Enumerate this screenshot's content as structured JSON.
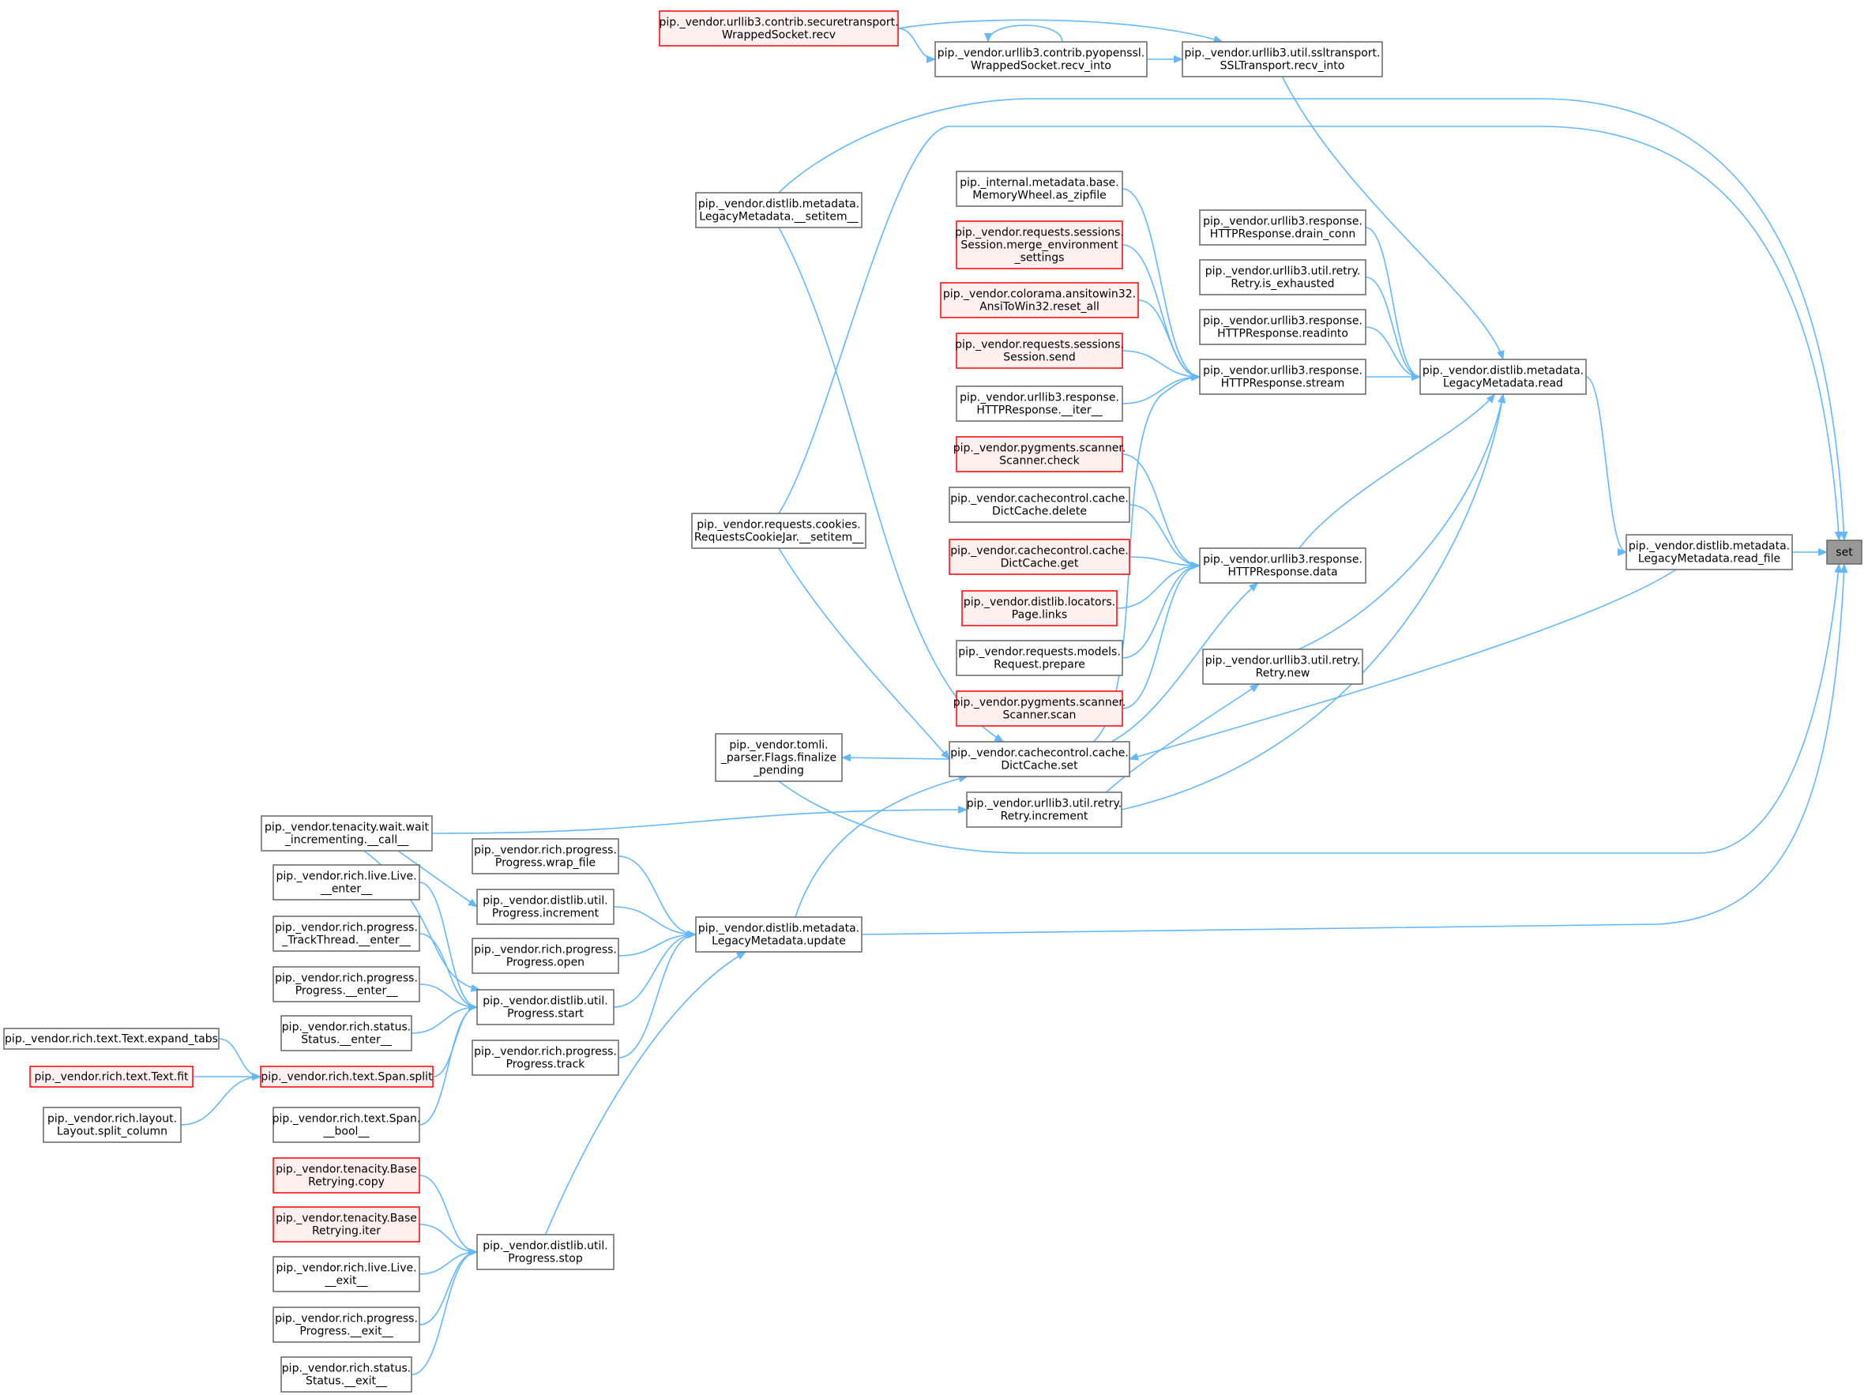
{
  "graph": {
    "title": "Caller graph of set",
    "colors": {
      "edge": "#63b8ff",
      "node_border": "#666666",
      "node_fill": "#ffffff",
      "focus_fill": "#999999",
      "focus_border": "#666666",
      "truncated_border": "#ff0000",
      "truncated_fill": "#fff0f0"
    },
    "nodes": [
      {
        "id": "set",
        "lines": [
          "set"
        ],
        "kind": "focus"
      },
      {
        "id": "read_file",
        "lines": [
          "pip._vendor.distlib.metadata.",
          "LegacyMetadata.read_file"
        ],
        "kind": "normal"
      },
      {
        "id": "md_read",
        "lines": [
          "pip._vendor.distlib.metadata.",
          "LegacyMetadata.read"
        ],
        "kind": "normal"
      },
      {
        "id": "ssl_recv_into",
        "lines": [
          "pip._vendor.urllib3.util.ssltransport.",
          "SSLTransport.recv_into"
        ],
        "kind": "normal"
      },
      {
        "id": "pyopenssl_recv_into",
        "lines": [
          "pip._vendor.urllib3.contrib.pyopenssl.",
          "WrappedSocket.recv_into"
        ],
        "kind": "normal"
      },
      {
        "id": "securetransport_recv",
        "lines": [
          "pip._vendor.urllib3.contrib.securetransport.",
          "WrappedSocket.recv"
        ],
        "kind": "truncated"
      },
      {
        "id": "drain_conn",
        "lines": [
          "pip._vendor.urllib3.response.",
          "HTTPResponse.drain_conn"
        ],
        "kind": "normal"
      },
      {
        "id": "is_exhausted",
        "lines": [
          "pip._vendor.urllib3.util.retry.",
          "Retry.is_exhausted"
        ],
        "kind": "normal"
      },
      {
        "id": "readinto",
        "lines": [
          "pip._vendor.urllib3.response.",
          "HTTPResponse.readinto"
        ],
        "kind": "normal"
      },
      {
        "id": "stream",
        "lines": [
          "pip._vendor.urllib3.response.",
          "HTTPResponse.stream"
        ],
        "kind": "normal"
      },
      {
        "id": "as_zipfile",
        "lines": [
          "pip._internal.metadata.base.",
          "MemoryWheel.as_zipfile"
        ],
        "kind": "normal"
      },
      {
        "id": "merge_env",
        "lines": [
          "pip._vendor.requests.sessions.",
          "Session.merge_environment",
          "_settings"
        ],
        "kind": "truncated"
      },
      {
        "id": "reset_all",
        "lines": [
          "pip._vendor.colorama.ansitowin32.",
          "AnsiToWin32.reset_all"
        ],
        "kind": "truncated"
      },
      {
        "id": "session_send",
        "lines": [
          "pip._vendor.requests.sessions.",
          "Session.send"
        ],
        "kind": "truncated"
      },
      {
        "id": "resp_iter",
        "lines": [
          "pip._vendor.urllib3.response.",
          "HTTPResponse.__iter__"
        ],
        "kind": "normal"
      },
      {
        "id": "resp_data",
        "lines": [
          "pip._vendor.urllib3.response.",
          "HTTPResponse.data"
        ],
        "kind": "normal"
      },
      {
        "id": "scanner_check",
        "lines": [
          "pip._vendor.pygments.scanner.",
          "Scanner.check"
        ],
        "kind": "truncated"
      },
      {
        "id": "dictcache_delete",
        "lines": [
          "pip._vendor.cachecontrol.cache.",
          "DictCache.delete"
        ],
        "kind": "normal"
      },
      {
        "id": "dictcache_get",
        "lines": [
          "pip._vendor.cachecontrol.cache.",
          "DictCache.get"
        ],
        "kind": "truncated"
      },
      {
        "id": "page_links",
        "lines": [
          "pip._vendor.distlib.locators.",
          "Page.links"
        ],
        "kind": "truncated"
      },
      {
        "id": "request_prepare",
        "lines": [
          "pip._vendor.requests.models.",
          "Request.prepare"
        ],
        "kind": "normal"
      },
      {
        "id": "scanner_scan",
        "lines": [
          "pip._vendor.pygments.scanner.",
          "Scanner.scan"
        ],
        "kind": "truncated"
      },
      {
        "id": "retry_new",
        "lines": [
          "pip._vendor.urllib3.util.retry.",
          "Retry.new"
        ],
        "kind": "normal"
      },
      {
        "id": "dictcache_set",
        "lines": [
          "pip._vendor.cachecontrol.cache.",
          "DictCache.set"
        ],
        "kind": "normal"
      },
      {
        "id": "retry_increment",
        "lines": [
          "pip._vendor.urllib3.util.retry.",
          "Retry.increment"
        ],
        "kind": "normal"
      },
      {
        "id": "md_setitem",
        "lines": [
          "pip._vendor.distlib.metadata.",
          "LegacyMetadata.__setitem__"
        ],
        "kind": "normal"
      },
      {
        "id": "cookie_setitem",
        "lines": [
          "pip._vendor.requests.cookies.",
          "RequestsCookieJar.__setitem__"
        ],
        "kind": "normal"
      },
      {
        "id": "finalize_pending",
        "lines": [
          "pip._vendor.tomli.",
          "_parser.Flags.finalize",
          "_pending"
        ],
        "kind": "normal"
      },
      {
        "id": "wait_call",
        "lines": [
          "pip._vendor.tenacity.wait.wait",
          "_incrementing.__call__"
        ],
        "kind": "normal"
      },
      {
        "id": "md_update",
        "lines": [
          "pip._vendor.distlib.metadata.",
          "LegacyMetadata.update"
        ],
        "kind": "normal"
      },
      {
        "id": "wrap_file",
        "lines": [
          "pip._vendor.rich.progress.",
          "Progress.wrap_file"
        ],
        "kind": "normal"
      },
      {
        "id": "util_increment",
        "lines": [
          "pip._vendor.distlib.util.",
          "Progress.increment"
        ],
        "kind": "normal"
      },
      {
        "id": "progress_open",
        "lines": [
          "pip._vendor.rich.progress.",
          "Progress.open"
        ],
        "kind": "normal"
      },
      {
        "id": "util_start",
        "lines": [
          "pip._vendor.distlib.util.",
          "Progress.start"
        ],
        "kind": "normal"
      },
      {
        "id": "progress_track",
        "lines": [
          "pip._vendor.rich.progress.",
          "Progress.track"
        ],
        "kind": "normal"
      },
      {
        "id": "util_stop",
        "lines": [
          "pip._vendor.distlib.util.",
          "Progress.stop"
        ],
        "kind": "normal"
      },
      {
        "id": "live_enter",
        "lines": [
          "pip._vendor.rich.live.Live.",
          "__enter__"
        ],
        "kind": "normal"
      },
      {
        "id": "trackthread_enter",
        "lines": [
          "pip._vendor.rich.progress.",
          "_TrackThread.__enter__"
        ],
        "kind": "normal"
      },
      {
        "id": "progress_enter",
        "lines": [
          "pip._vendor.rich.progress.",
          "Progress.__enter__"
        ],
        "kind": "normal"
      },
      {
        "id": "status_enter",
        "lines": [
          "pip._vendor.rich.status.",
          "Status.__enter__"
        ],
        "kind": "normal"
      },
      {
        "id": "span_split",
        "lines": [
          "pip._vendor.rich.text.Span.split"
        ],
        "kind": "truncated"
      },
      {
        "id": "span_bool",
        "lines": [
          "pip._vendor.rich.text.Span.",
          "__bool__"
        ],
        "kind": "normal"
      },
      {
        "id": "expand_tabs",
        "lines": [
          "pip._vendor.rich.text.Text.expand_tabs"
        ],
        "kind": "normal"
      },
      {
        "id": "text_fit",
        "lines": [
          "pip._vendor.rich.text.Text.fit"
        ],
        "kind": "truncated"
      },
      {
        "id": "split_column",
        "lines": [
          "pip._vendor.rich.layout.",
          "Layout.split_column"
        ],
        "kind": "normal"
      },
      {
        "id": "retrying_copy",
        "lines": [
          "pip._vendor.tenacity.Base",
          "Retrying.copy"
        ],
        "kind": "truncated"
      },
      {
        "id": "retrying_iter",
        "lines": [
          "pip._vendor.tenacity.Base",
          "Retrying.iter"
        ],
        "kind": "truncated"
      },
      {
        "id": "live_exit",
        "lines": [
          "pip._vendor.rich.live.Live.",
          "__exit__"
        ],
        "kind": "normal"
      },
      {
        "id": "progress_exit",
        "lines": [
          "pip._vendor.rich.progress.",
          "Progress.__exit__"
        ],
        "kind": "normal"
      },
      {
        "id": "status_exit",
        "lines": [
          "pip._vendor.rich.status.",
          "Status.__exit__"
        ],
        "kind": "normal"
      }
    ],
    "edges": [
      [
        "read_file",
        "set"
      ],
      [
        "md_read",
        "read_file"
      ],
      [
        "ssl_recv_into",
        "md_read"
      ],
      [
        "pyopenssl_recv_into",
        "ssl_recv_into"
      ],
      [
        "pyopenssl_recv_into",
        "pyopenssl_recv_into"
      ],
      [
        "securetransport_recv",
        "pyopenssl_recv_into"
      ],
      [
        "securetransport_recv",
        "ssl_recv_into"
      ],
      [
        "drain_conn",
        "md_read"
      ],
      [
        "is_exhausted",
        "md_read"
      ],
      [
        "readinto",
        "md_read"
      ],
      [
        "stream",
        "md_read"
      ],
      [
        "as_zipfile",
        "stream"
      ],
      [
        "merge_env",
        "stream"
      ],
      [
        "reset_all",
        "stream"
      ],
      [
        "session_send",
        "stream"
      ],
      [
        "resp_iter",
        "stream"
      ],
      [
        "dictcache_set",
        "stream"
      ],
      [
        "resp_data",
        "md_read"
      ],
      [
        "scanner_check",
        "resp_data"
      ],
      [
        "dictcache_delete",
        "resp_data"
      ],
      [
        "dictcache_get",
        "resp_data"
      ],
      [
        "page_links",
        "resp_data"
      ],
      [
        "request_prepare",
        "resp_data"
      ],
      [
        "scanner_scan",
        "resp_data"
      ],
      [
        "dictcache_set",
        "resp_data"
      ],
      [
        "retry_new",
        "md_read"
      ],
      [
        "retry_increment",
        "retry_new"
      ],
      [
        "retry_increment",
        "md_read"
      ],
      [
        "read_file",
        "dictcache_set"
      ],
      [
        "md_setitem",
        "set"
      ],
      [
        "md_setitem",
        "dictcache_set"
      ],
      [
        "cookie_setitem",
        "set"
      ],
      [
        "cookie_setitem",
        "dictcache_set"
      ],
      [
        "finalize_pending",
        "set"
      ],
      [
        "dictcache_set",
        "finalize_pending"
      ],
      [
        "wait_call",
        "retry_increment"
      ],
      [
        "md_update",
        "set"
      ],
      [
        "md_update",
        "dictcache_set"
      ],
      [
        "wrap_file",
        "md_update"
      ],
      [
        "util_increment",
        "md_update"
      ],
      [
        "progress_open",
        "md_update"
      ],
      [
        "util_start",
        "md_update"
      ],
      [
        "progress_track",
        "md_update"
      ],
      [
        "util_stop",
        "md_update"
      ],
      [
        "wait_call",
        "util_increment"
      ],
      [
        "wait_call",
        "util_start"
      ],
      [
        "live_enter",
        "util_start"
      ],
      [
        "trackthread_enter",
        "util_start"
      ],
      [
        "progress_enter",
        "util_start"
      ],
      [
        "status_enter",
        "util_start"
      ],
      [
        "span_split",
        "util_start"
      ],
      [
        "span_bool",
        "util_start"
      ],
      [
        "expand_tabs",
        "span_split"
      ],
      [
        "text_fit",
        "span_split"
      ],
      [
        "split_column",
        "span_split"
      ],
      [
        "retrying_copy",
        "util_stop"
      ],
      [
        "retrying_iter",
        "util_stop"
      ],
      [
        "live_exit",
        "util_stop"
      ],
      [
        "progress_exit",
        "util_stop"
      ],
      [
        "status_exit",
        "util_stop"
      ]
    ]
  }
}
